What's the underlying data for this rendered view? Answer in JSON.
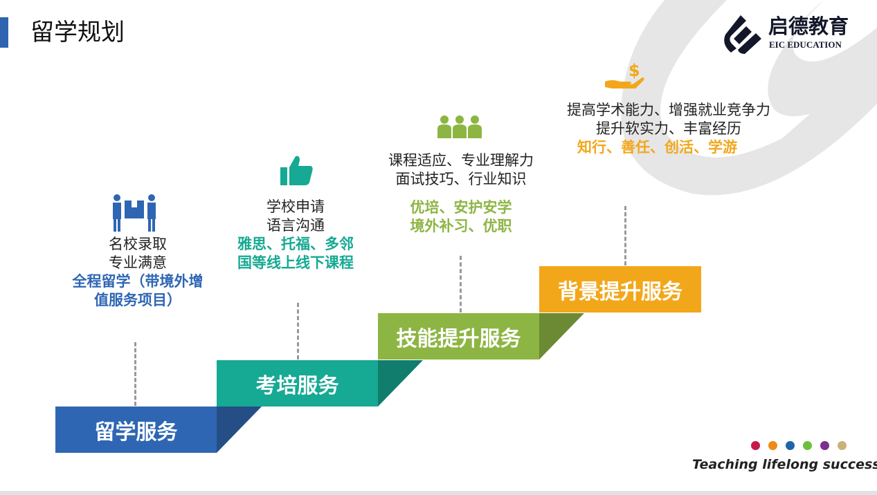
{
  "title": "留学规划",
  "logo": {
    "cn": "启德教育",
    "en": "EIC EDUCATION"
  },
  "steps": [
    {
      "label": "留学服务",
      "color": "#2e66b3",
      "dark": "#244e85",
      "icon": "people-moving-box-icon",
      "lines": [
        "名校录取",
        "专业满意"
      ],
      "highlight": [
        "全程留学（带境外增",
        "值服务项目）"
      ]
    },
    {
      "label": "考培服务",
      "color": "#16a993",
      "dark": "#117d6c",
      "icon": "thumbs-up-icon",
      "lines": [
        "学校申请",
        "语言沟通"
      ],
      "highlight": [
        "雅思、托福、多邻",
        "国等线上线下课程"
      ]
    },
    {
      "label": "技能提升服务",
      "color": "#8db543",
      "dark": "#6b8a33",
      "icon": "team-group-icon",
      "lines": [
        "课程适应、专业理解力",
        "面试技巧、行业知识"
      ],
      "highlight": [
        "优培、安护安学",
        "境外补习、优职"
      ]
    },
    {
      "label": "背景提升服务",
      "color": "#f2a71b",
      "dark": "#f2a71b",
      "icon": "money-hand-icon",
      "lines": [
        "提高学术能力、增强就业竞争力",
        "提升软实力、丰富经历"
      ],
      "highlight": [
        "知行、善任、创活、学游"
      ]
    }
  ],
  "dots": [
    "#c8174a",
    "#ef8a16",
    "#1e64a8",
    "#6cbf3c",
    "#7b2f8f",
    "#c8b27a"
  ],
  "slogan": "Teaching lifelong success"
}
